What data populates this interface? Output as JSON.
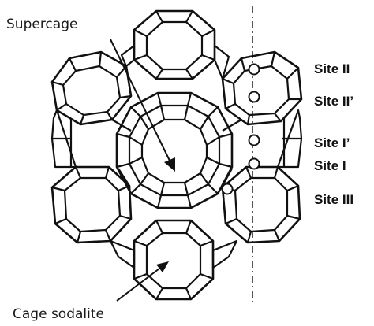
{
  "labels": {
    "supercage": "Supercage",
    "sodalite": "Cage sodalite"
  },
  "sites": [
    {
      "label": "Site II"
    },
    {
      "label": "Site II’"
    },
    {
      "label": "Site I’"
    },
    {
      "label": "Site I"
    },
    {
      "label": "Site III"
    }
  ],
  "colors": {
    "line": "#111111",
    "background": "#ffffff"
  }
}
